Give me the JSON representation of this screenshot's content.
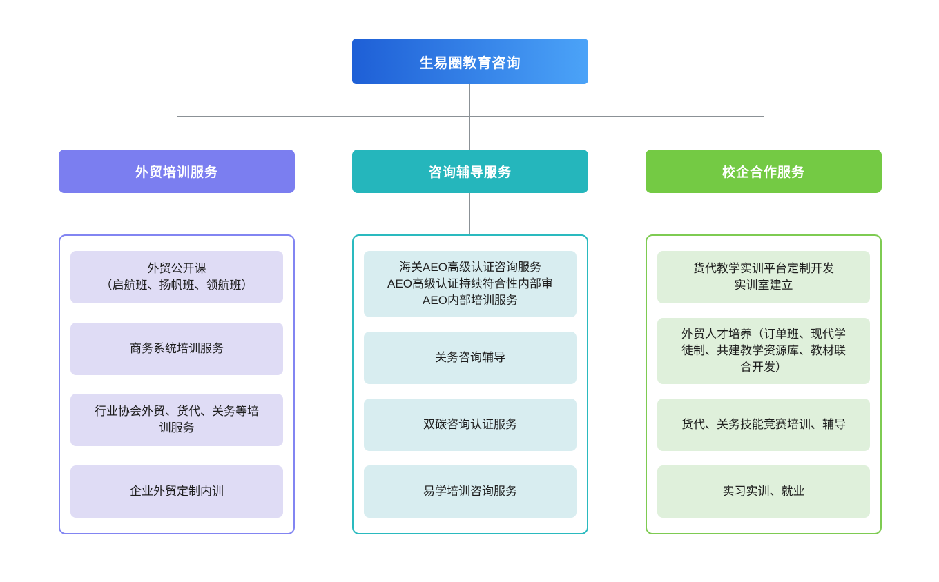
{
  "root": {
    "label": "生易圈教育咨询"
  },
  "colors": {
    "root_gradient_start": "#1E5FD6",
    "root_gradient_end": "#4BA3F8",
    "connector": "#8B9196",
    "branch1_header": "#7B7EF0",
    "branch1_border": "#8285F2",
    "branch1_item_bg": "#DFDCF5",
    "branch2_header": "#25B6BC",
    "branch2_border": "#2ABABF",
    "branch2_item_bg": "#D8EDF0",
    "branch3_header": "#74CA44",
    "branch3_border": "#7ECB52",
    "branch3_item_bg": "#DFF0DB"
  },
  "columns": [
    {
      "header": "外贸培训服务",
      "items": [
        {
          "lines": [
            "外贸公开课",
            "（启航班、扬帆班、领航班）"
          ]
        },
        {
          "lines": [
            "商务系统培训服务"
          ]
        },
        {
          "lines": [
            "行业协会外贸、货代、关务等培训服务"
          ]
        },
        {
          "lines": [
            "企业外贸定制内训"
          ]
        }
      ]
    },
    {
      "header": "咨询辅导服务",
      "items": [
        {
          "lines": [
            "海关AEO高级认证咨询服务",
            "AEO高级认证持续符合性内部审",
            "AEO内部培训服务"
          ]
        },
        {
          "lines": [
            "关务咨询辅导"
          ]
        },
        {
          "lines": [
            "双碳咨询认证服务"
          ]
        },
        {
          "lines": [
            "易学培训咨询服务"
          ]
        }
      ]
    },
    {
      "header": "校企合作服务",
      "items": [
        {
          "lines": [
            "货代教学实训平台定制开发",
            "实训室建立"
          ]
        },
        {
          "lines": [
            "外贸人才培养（订单班、现代学徒制、共建教学资源库、教材联合开发）"
          ]
        },
        {
          "lines": [
            "货代、关务技能竞赛培训、辅导"
          ]
        },
        {
          "lines": [
            "实习实训、就业"
          ]
        }
      ]
    }
  ]
}
